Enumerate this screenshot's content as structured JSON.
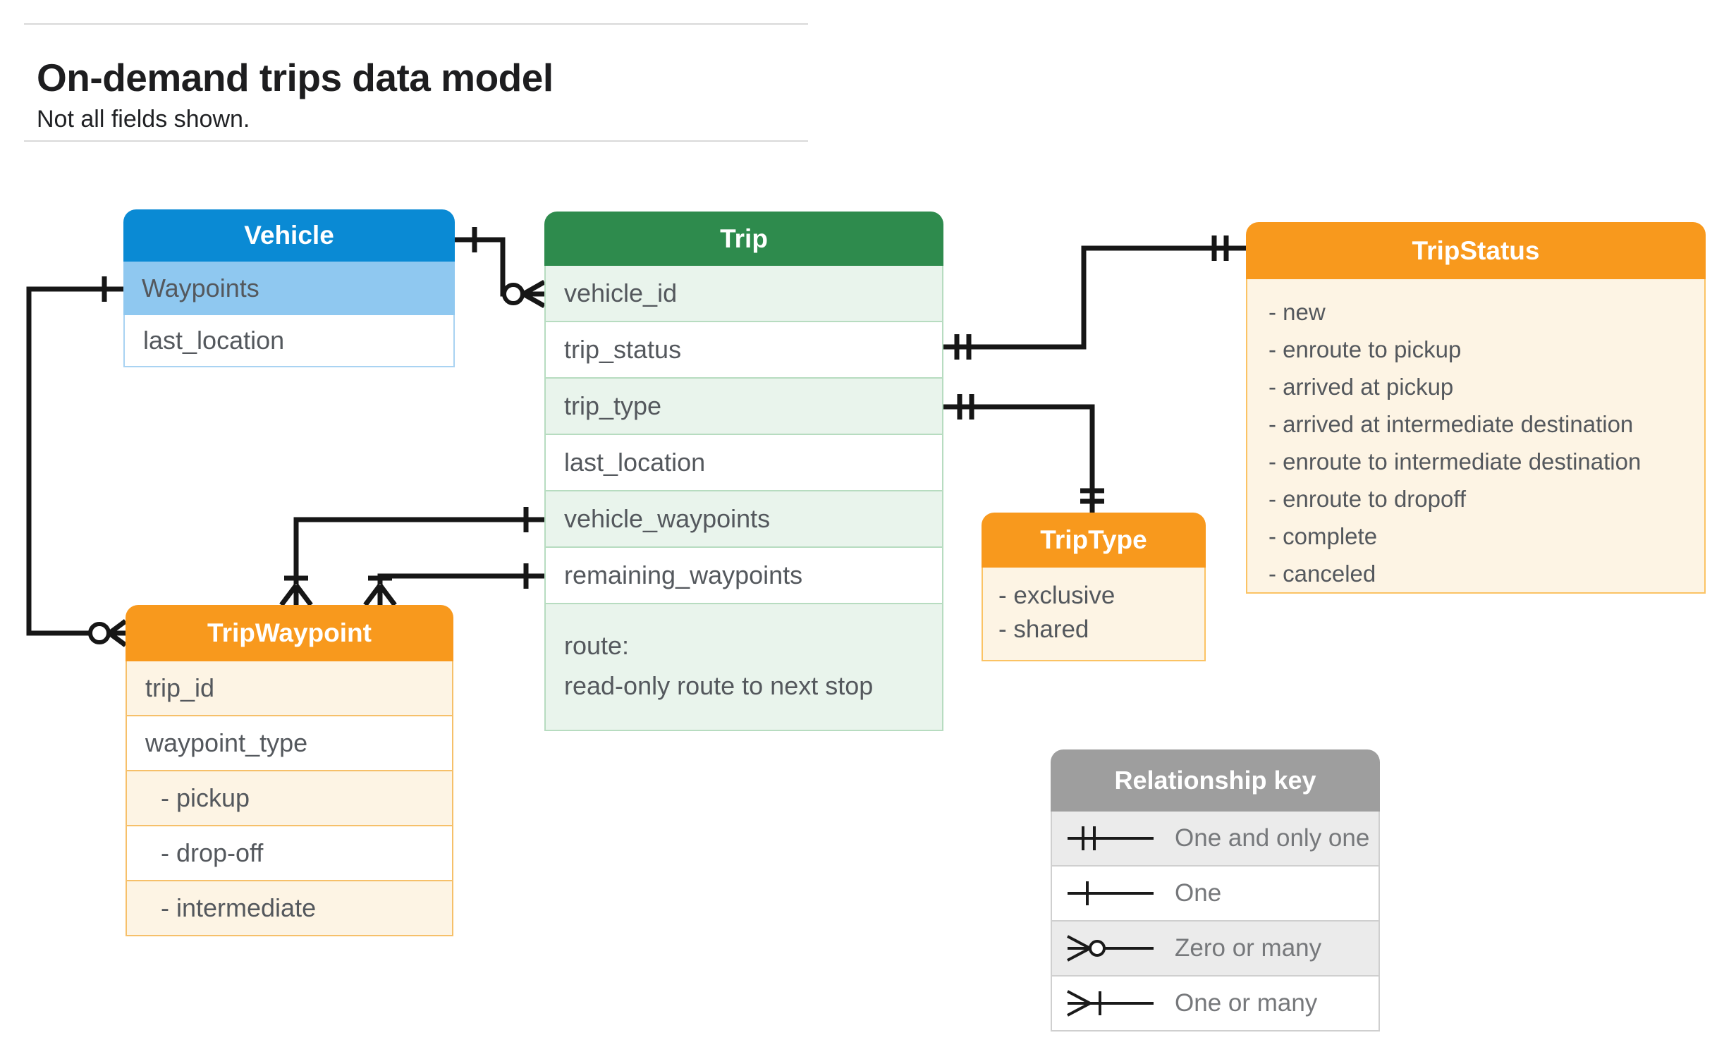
{
  "page": {
    "title": "On-demand trips data model",
    "subtitle": "Not all fields shown."
  },
  "colors": {
    "vehicle_header": "#0a8ad4",
    "vehicle_highlight_row": "#8fc8f0",
    "trip_header": "#2e8b4d",
    "trip_row_tint": "#e9f4ec",
    "enum_header": "#f8991d",
    "enum_body": "#fdf4e4",
    "key_header": "#9e9e9e",
    "key_row_tint": "#ebebeb",
    "connector": "#161616",
    "field_text": "#54585d"
  },
  "entities": {
    "vehicle": {
      "title": "Vehicle",
      "rows": [
        "Waypoints",
        "last_location"
      ]
    },
    "trip": {
      "title": "Trip",
      "rows": [
        "vehicle_id",
        "trip_status",
        "trip_type",
        "last_location",
        "vehicle_waypoints",
        "remaining_waypoints"
      ],
      "route": [
        "route:",
        "read-only route to next stop"
      ]
    },
    "trip_status": {
      "title": "TripStatus",
      "items": [
        "- new",
        "- enroute to pickup",
        "- arrived at pickup",
        "- arrived at intermediate destination",
        "- enroute to intermediate destination",
        "- enroute to dropoff",
        "- complete",
        "- canceled"
      ]
    },
    "trip_type": {
      "title": "TripType",
      "items": [
        "- exclusive",
        "- shared"
      ]
    },
    "trip_waypoint": {
      "title": "TripWaypoint",
      "rows": [
        "trip_id",
        "waypoint_type",
        "- pickup",
        "- drop-off",
        "- intermediate"
      ]
    }
  },
  "key": {
    "title": "Relationship key",
    "rows": [
      {
        "symbol": "one-and-only-one",
        "label": "One and only one"
      },
      {
        "symbol": "one",
        "label": "One"
      },
      {
        "symbol": "zero-or-many",
        "label": "Zero or many"
      },
      {
        "symbol": "one-or-many",
        "label": "One or many"
      }
    ]
  }
}
